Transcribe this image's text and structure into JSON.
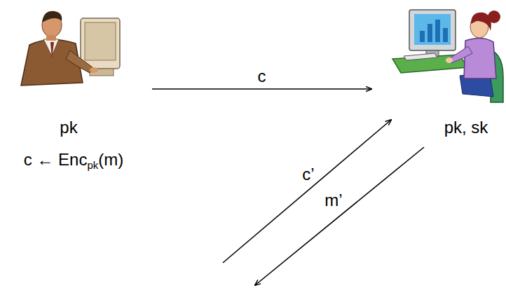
{
  "diagram": {
    "nodes": [
      {
        "text": [
          "pk",
          "c ← Encpk(m)"
        ]
      },
      {
        "text": [
          "pk, sk"
        ]
      }
    ],
    "edges": [
      {
        "from": 0,
        "to": 1,
        "arrow": "to",
        "label": "c"
      }
    ],
    "labels": [
      "c’",
      "m’"
    ]
  }
}
